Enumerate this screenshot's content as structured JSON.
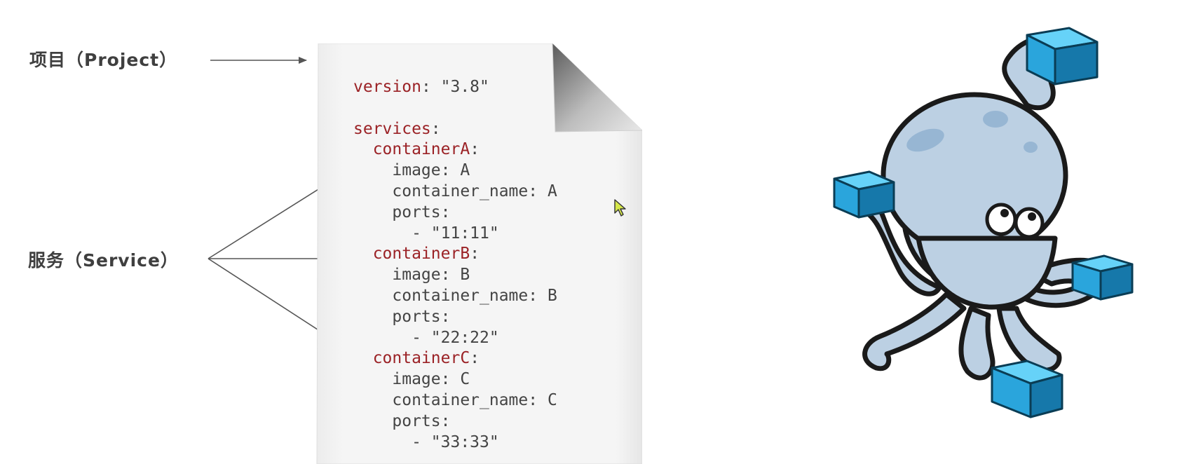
{
  "labels": {
    "project": "项目（Project）",
    "service": "服务（Service）"
  },
  "compose_file": {
    "lines": [
      {
        "indent": "",
        "key": "version",
        "rest": ": \"3.8\""
      },
      {
        "indent": "",
        "key": "",
        "rest": ""
      },
      {
        "indent": "",
        "key": "services",
        "rest": ":"
      },
      {
        "indent": "  ",
        "key": "containerA",
        "rest": ":"
      },
      {
        "indent": "    ",
        "key": "",
        "rest": "image: A"
      },
      {
        "indent": "    ",
        "key": "",
        "rest": "container_name: A"
      },
      {
        "indent": "    ",
        "key": "",
        "rest": "ports:"
      },
      {
        "indent": "      ",
        "key": "",
        "rest": "- \"11:11\""
      },
      {
        "indent": "  ",
        "key": "containerB",
        "rest": ":"
      },
      {
        "indent": "    ",
        "key": "",
        "rest": "image: B"
      },
      {
        "indent": "    ",
        "key": "",
        "rest": "container_name: B"
      },
      {
        "indent": "    ",
        "key": "",
        "rest": "ports:"
      },
      {
        "indent": "      ",
        "key": "",
        "rest": "- \"22:22\""
      },
      {
        "indent": "  ",
        "key": "containerC",
        "rest": ":"
      },
      {
        "indent": "    ",
        "key": "",
        "rest": "image: C"
      },
      {
        "indent": "    ",
        "key": "",
        "rest": "container_name: C"
      },
      {
        "indent": "    ",
        "key": "",
        "rest": "ports:"
      },
      {
        "indent": "      ",
        "key": "",
        "rest": "- \"33:33\""
      }
    ]
  },
  "colors": {
    "key": "#9b2226",
    "text": "#444444",
    "octopus_body": "#bcd0e3",
    "octopus_outline": "#1a1a1a",
    "container_box": "#36b7ec"
  },
  "icons": {
    "mascot": "docker-compose-octopus-icon",
    "cursor": "mouse-cursor-icon"
  }
}
